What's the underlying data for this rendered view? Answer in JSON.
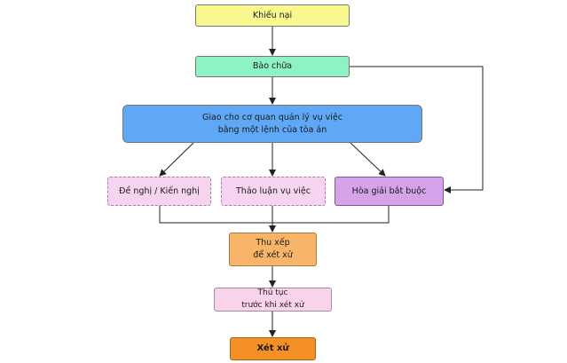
{
  "nodes": {
    "complaint": "Khiếu nại",
    "defense": "Bào chữa",
    "assign": "Giao cho cơ quan quản lý vụ việc\nbằng một lệnh của tòa án",
    "proposal": "Đề nghị / Kiến nghị",
    "discussion": "Thảo luận vụ việc",
    "mediation": "Hòa giải bắt buộc",
    "arrange": "Thu xếp\nđể xét xử",
    "pretrial": "Thủ tục\ntrước khi xét xử",
    "trial": "Xét xử"
  },
  "colors": {
    "complaint": "#f8f88e",
    "defense": "#8ff2c4",
    "assign": "#5ea8f5",
    "proposal": "#f6d3ee",
    "discussion": "#f6d3ee",
    "mediation": "#d6a3ea",
    "arrange": "#f8b56a",
    "pretrial": "#f9d3ea",
    "trial": "#f49025",
    "connector": "#222222"
  }
}
